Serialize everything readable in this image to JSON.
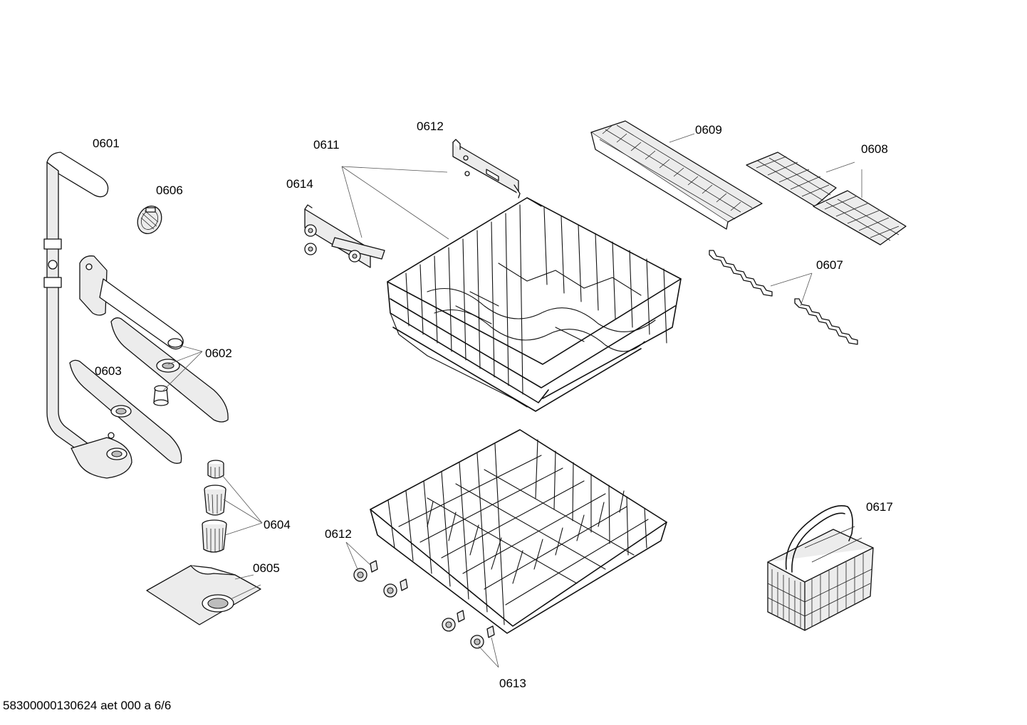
{
  "labels": {
    "l0601": "0601",
    "l0602": "0602",
    "l0603": "0603",
    "l0604": "0604",
    "l0605": "0605",
    "l0606": "0606",
    "l0607": "0607",
    "l0608": "0608",
    "l0609": "0609",
    "l0611": "0611",
    "l0612_top": "0612",
    "l0612_bottom": "0612",
    "l0613": "0613",
    "l0614": "0614",
    "l0617": "0617"
  },
  "footer": {
    "document_id": "58300000130624 aet 000 a 6/6"
  }
}
